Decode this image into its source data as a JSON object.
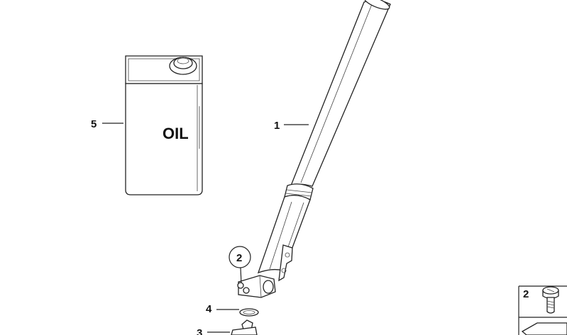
{
  "diagram": {
    "can_label": "OIL",
    "callouts": {
      "fork_tube": "1",
      "bolt_circled": "2",
      "bottom_part": "3",
      "washer": "4",
      "oil_can": "5",
      "legend_bolt": "2"
    }
  }
}
